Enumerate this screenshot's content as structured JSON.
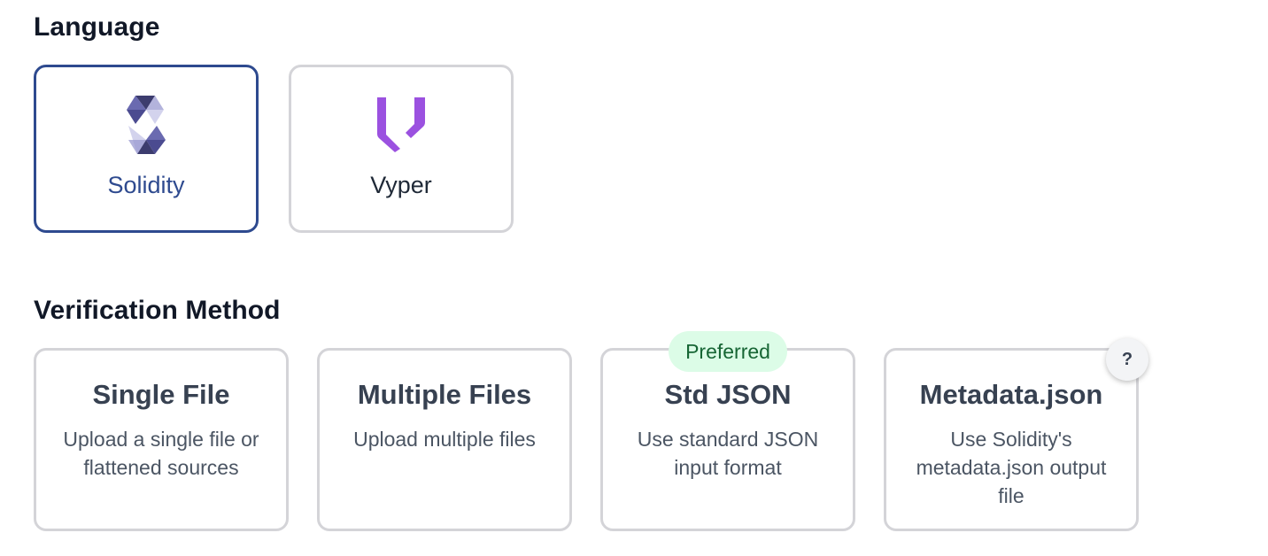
{
  "language": {
    "heading": "Language",
    "options": [
      {
        "label": "Solidity",
        "icon": "solidity-logo-icon",
        "selected": true
      },
      {
        "label": "Vyper",
        "icon": "vyper-logo-icon",
        "selected": false
      }
    ]
  },
  "verification": {
    "heading": "Verification Method",
    "preferred_badge": "Preferred",
    "help_label": "?",
    "methods": [
      {
        "title": "Single File",
        "description": "Upload a single file or flattened sources"
      },
      {
        "title": "Multiple Files",
        "description": "Upload multiple files"
      },
      {
        "title": "Std JSON",
        "description": "Use standard JSON input format"
      },
      {
        "title": "Metadata.json",
        "description": "Use Solidity's metadata.json output file"
      }
    ]
  },
  "colors": {
    "selected_border": "#2e4a8f",
    "card_border": "#d4d4d8",
    "badge_bg": "#dcfce7",
    "badge_text": "#166534",
    "vyper_purple": "#9b51e0",
    "solidity_dark": "#3c3c6e"
  }
}
